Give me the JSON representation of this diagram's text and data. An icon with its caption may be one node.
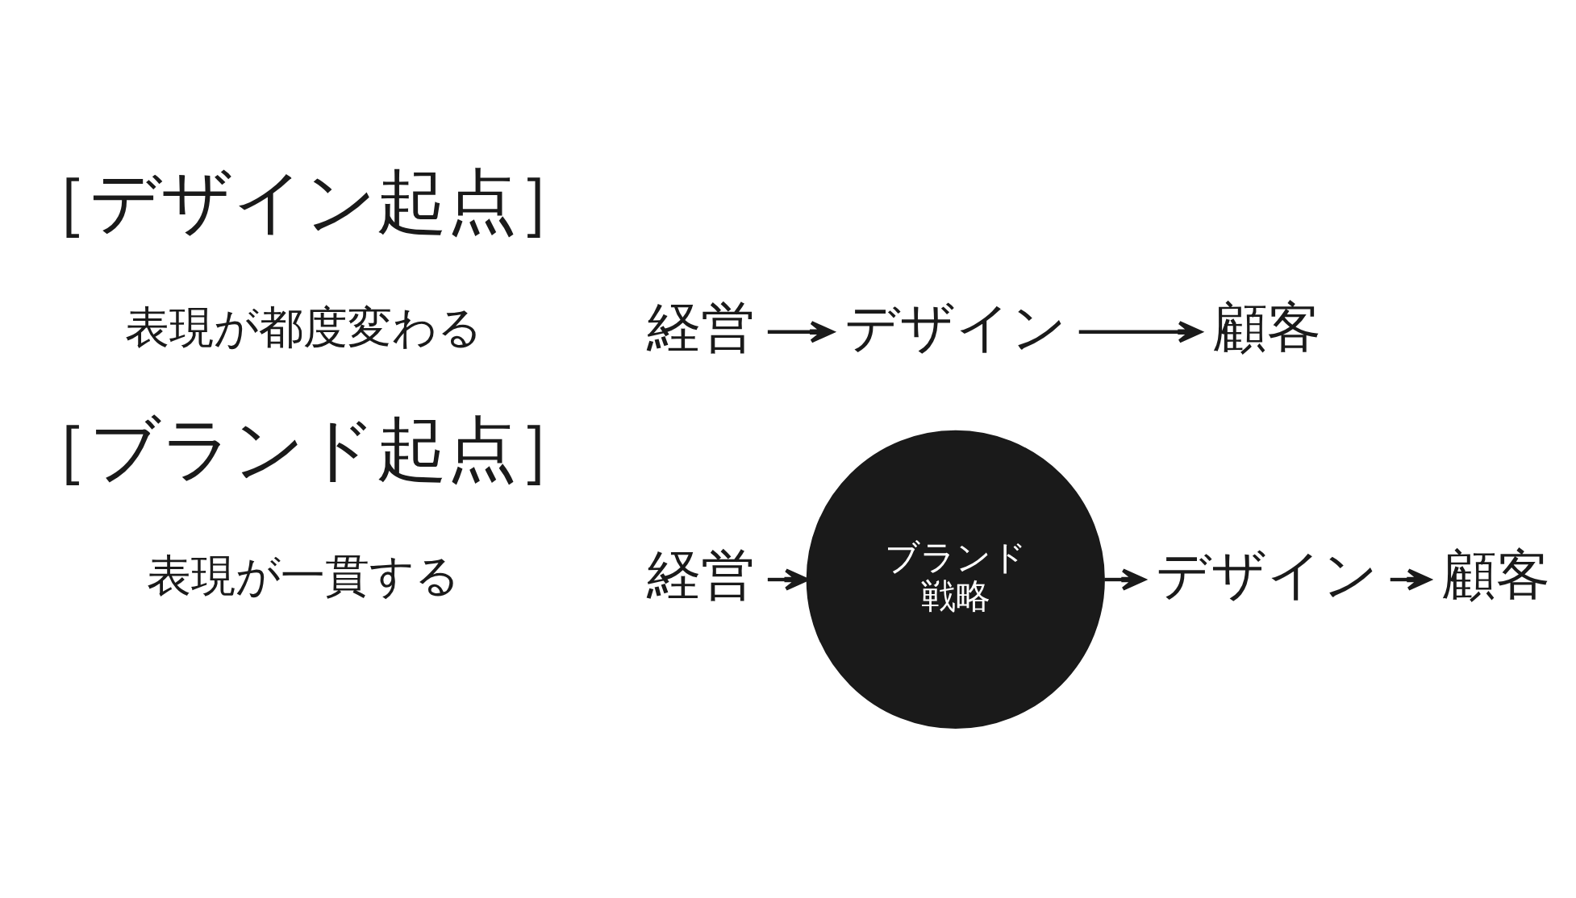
{
  "diagram": {
    "nodes": [
      {
        "text": [
          "経営"
        ]
      },
      {
        "text": [
          "デザイン"
        ]
      },
      {
        "text": [
          "顧客"
        ]
      },
      {
        "text": [
          "経営"
        ]
      },
      {
        "text": [
          "ブランド戦略"
        ]
      },
      {
        "text": [
          "デザイン"
        ]
      },
      {
        "text": [
          "顧客"
        ]
      }
    ],
    "edges": [
      {
        "from": 0,
        "to": 1,
        "arrow": "to"
      },
      {
        "from": 1,
        "to": 2,
        "arrow": "to"
      },
      {
        "from": 3,
        "to": 4,
        "arrow": "to"
      },
      {
        "from": 4,
        "to": 5,
        "arrow": "to"
      },
      {
        "from": 5,
        "to": 6,
        "arrow": "to"
      }
    ],
    "labels": [
      "［デザイン起点］",
      "表現が都度変わる",
      "［ブランド起点］",
      "表現が一貫する"
    ]
  }
}
